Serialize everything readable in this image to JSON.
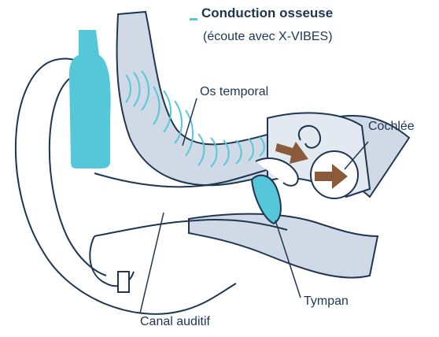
{
  "legend": {
    "title": "Conduction osseuse",
    "subtitle": "(écoute avec X-VIBES)"
  },
  "labels": {
    "os_temporal": "Os temporal",
    "cochlee": "Cochlée",
    "tympan": "Tympan",
    "canal_auditif": "Canal auditif"
  },
  "colors": {
    "outline": "#1f3550",
    "bone_fill": "#cfdae6",
    "device": "#56c7d8",
    "waves": "#56c7d8",
    "arrows": "#8a5a3a",
    "eardrum": "#56c7d8"
  },
  "icons": {
    "device": "bone-conduction-device-icon",
    "arrow": "vibration-arrow-icon"
  }
}
